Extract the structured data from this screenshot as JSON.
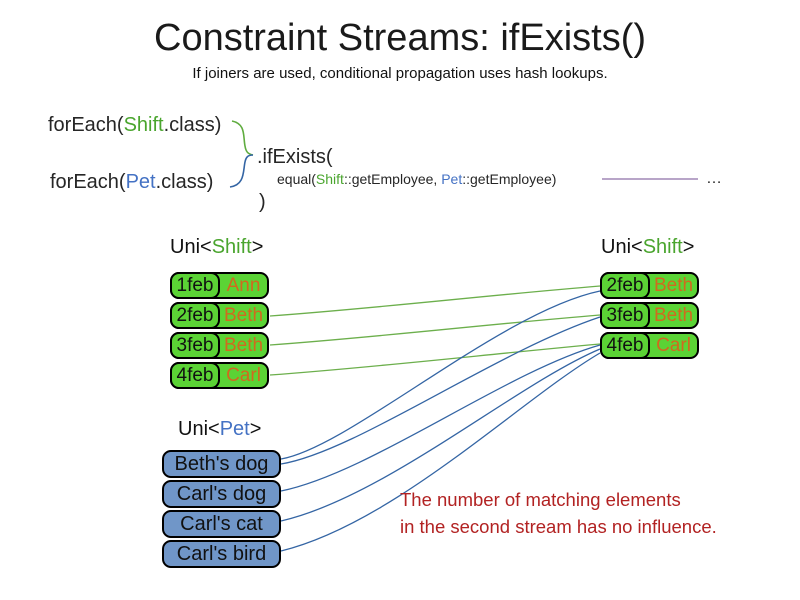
{
  "slide": {
    "title": "Constraint Streams: ifExists()",
    "subtitle": "If joiners are used, conditional propagation uses hash lookups."
  },
  "code": {
    "foreach_shift": {
      "pre": "forEach(",
      "cls": "Shift",
      "post": ".class)"
    },
    "foreach_pet": {
      "pre": "forEach(",
      "cls": "Pet",
      "post": ".class)"
    },
    "if_exists_open": ".ifExists(",
    "equal": {
      "pre": "equal(",
      "shift": "Shift",
      "mid": "::getEmployee, ",
      "pet": "Pet",
      "post": "::getEmployee)"
    },
    "if_exists_close": ")",
    "continuation": "…"
  },
  "labels": {
    "uni_shift_left": {
      "pre": "Uni<",
      "type": "Shift",
      "post": ">"
    },
    "uni_shift_right": {
      "pre": "Uni<",
      "type": "Shift",
      "post": ">"
    },
    "uni_pet": {
      "pre": "Uni<",
      "type": "Pet",
      "post": ">"
    }
  },
  "tables": {
    "shift_left": {
      "rows": [
        {
          "date": "1feb",
          "name": "Ann"
        },
        {
          "date": "2feb",
          "name": "Beth"
        },
        {
          "date": "3feb",
          "name": "Beth"
        },
        {
          "date": "4feb",
          "name": "Carl"
        }
      ]
    },
    "shift_right": {
      "rows": [
        {
          "date": "2feb",
          "name": "Beth"
        },
        {
          "date": "3feb",
          "name": "Beth"
        },
        {
          "date": "4feb",
          "name": "Carl"
        }
      ]
    },
    "pets": {
      "rows": [
        {
          "name": "Beth's dog"
        },
        {
          "name": "Carl's dog"
        },
        {
          "name": "Carl's cat"
        },
        {
          "name": "Carl's bird"
        }
      ]
    }
  },
  "note": {
    "line1": "The number of matching elements",
    "line2": "in the second stream has no influence."
  },
  "colors": {
    "shift_green_fill": "#5bd335",
    "shift_type_green": "#4aa52e",
    "pet_blue_fill": "#7096c8",
    "pet_type_blue": "#4472c4",
    "employee_orange": "#d2691e",
    "note_red": "#b22222",
    "match_line_green": "#6caf4c",
    "match_line_blue": "#3465a4",
    "continuation_purple": "#8e6fa8"
  }
}
